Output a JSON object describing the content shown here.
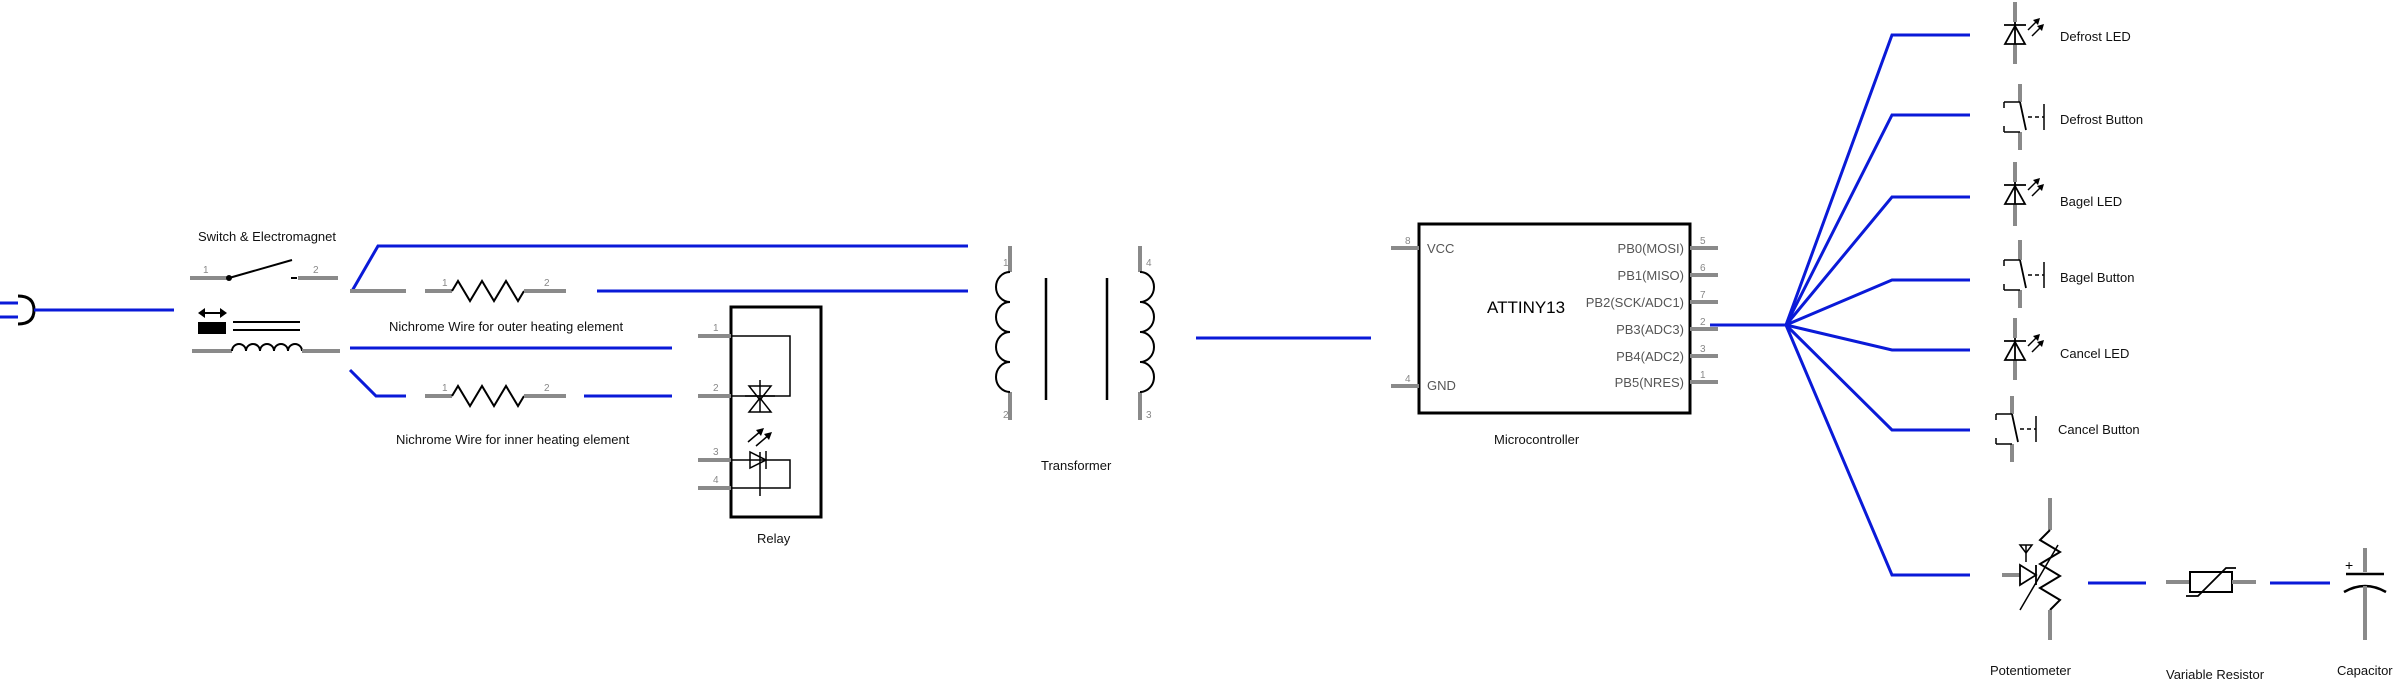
{
  "labels": {
    "switch_electromagnet": "Switch & Electromagnet",
    "outer_wire": "Nichrome Wire for outer heating element",
    "inner_wire": "Nichrome Wire for inner heating element",
    "relay": "Relay",
    "transformer": "Transformer",
    "microcontroller": "Microcontroller",
    "defrost_led": "Defrost LED",
    "defrost_button": "Defrost Button",
    "bagel_led": "Bagel LED",
    "bagel_button": "Bagel Button",
    "cancel_led": "Cancel LED",
    "cancel_button": "Cancel Button",
    "potentiometer": "Potentiometer",
    "variable_resistor": "Variable Resistor",
    "capacitor": "Capacitor"
  },
  "chip": {
    "name": "ATTINY13",
    "vcc": "VCC",
    "gnd": "GND",
    "pins": [
      "PB0(MOSI)",
      "PB1(MISO)",
      "PB2(SCK/ADC1)",
      "PB3(ADC3)",
      "PB4(ADC2)",
      "PB5(NRES)"
    ],
    "pin_numbers": [
      "5",
      "6",
      "7",
      "2",
      "3",
      "1"
    ],
    "vcc_pin": "8",
    "gnd_pin": "4"
  },
  "pin_numbers": {
    "switch_1": "1",
    "switch_2": "2",
    "res_outer_1": "1",
    "res_outer_2": "2",
    "res_inner_1": "1",
    "res_inner_2": "2",
    "relay_1": "1",
    "relay_2": "2",
    "relay_3": "3",
    "relay_4": "4",
    "tr_1": "1",
    "tr_2": "2",
    "tr_3": "3",
    "tr_4": "4"
  },
  "colors": {
    "wire": "#0a1ad8",
    "lead": "#8a8a8a",
    "symbol": "#000000"
  }
}
